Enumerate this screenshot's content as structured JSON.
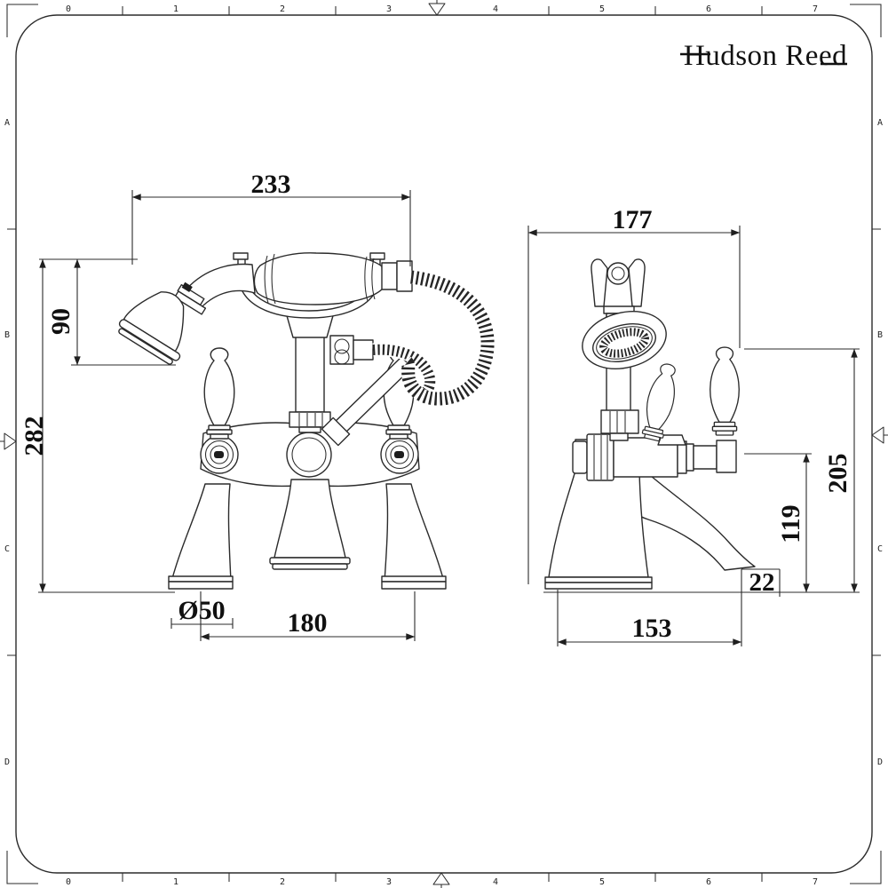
{
  "page": {
    "brand": "Hudson Reed",
    "description": "Technical dimension drawing of a traditional deck-mounted bath shower mixer tap, front and side elevations"
  },
  "ruler": {
    "h_labels": [
      "0",
      "1",
      "2",
      "3",
      "4",
      "5",
      "6",
      "7"
    ],
    "v_labels": [
      "A",
      "B",
      "C",
      "D"
    ]
  },
  "dimensions": {
    "front_view": {
      "overall_width": "233",
      "handset_drop": "90",
      "overall_height": "282",
      "base_diameter": "Ø50",
      "tap_centres": "180"
    },
    "side_view": {
      "overall_depth": "177",
      "overall_height": "205",
      "spout_height": "119",
      "spout_clearance": "22",
      "base_depth": "153"
    }
  }
}
